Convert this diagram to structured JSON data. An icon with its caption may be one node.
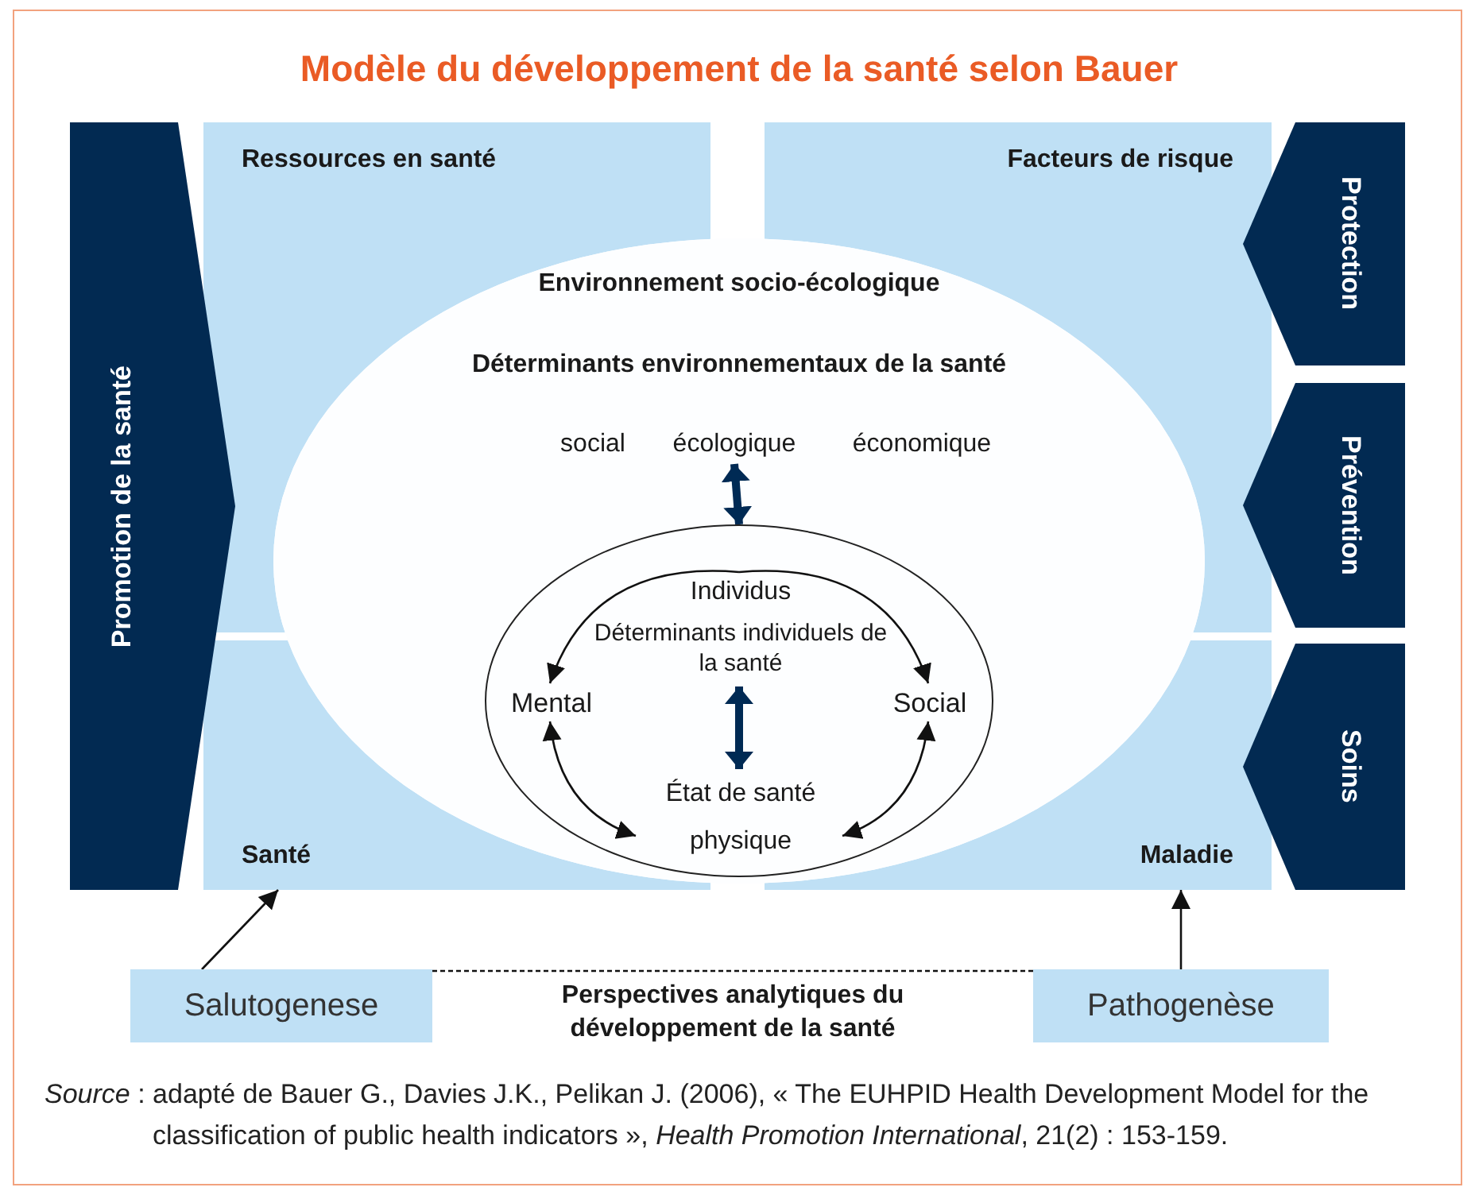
{
  "diagram": {
    "title": "Modèle du développement de la santé selon Bauer",
    "caption": "*Source* : adapté de Bauer G., Davies J.K., Pelikan J. (2006), « The EUHPID Health Development Model for the classification of public health indicators », *Health Promotion International*, 21(2) : 153-159.",
    "nodes": [
      {
        "text": [
          "Promotion de la santé"
        ]
      },
      {
        "text": [
          "Ressources en santé"
        ]
      },
      {
        "text": [
          "Facteurs de risque"
        ]
      },
      {
        "text": [
          "Santé"
        ]
      },
      {
        "text": [
          "Maladie"
        ]
      },
      {
        "text": [
          "Protection"
        ]
      },
      {
        "text": [
          "Prévention"
        ]
      },
      {
        "text": [
          "Soins"
        ]
      },
      {
        "text": [
          "Environnement socio-écologique",
          "Déterminants environnementaux de la santé"
        ]
      },
      {
        "text": [
          "social"
        ],
        "in": 8
      },
      {
        "text": [
          "écologique"
        ],
        "in": 8
      },
      {
        "text": [
          "économique"
        ],
        "in": 8
      },
      {
        "text": [],
        "shape": "ellipse",
        "in": 8
      },
      {
        "text": [
          "Individus",
          "Déterminants individuels de la santé"
        ],
        "in": 12
      },
      {
        "text": [
          "Mental"
        ],
        "in": 12
      },
      {
        "text": [
          "Social"
        ],
        "in": 12
      },
      {
        "text": [
          "État de santé physique"
        ],
        "in": 12
      },
      {
        "text": [
          "Salutogenese"
        ]
      },
      {
        "text": [
          "Pathogenèse"
        ]
      }
    ],
    "edges": [
      {
        "from": 13,
        "to": 14,
        "arrow": "to"
      },
      {
        "from": 13,
        "to": 15,
        "arrow": "to"
      },
      {
        "from": 14,
        "to": 16,
        "arrow": "both"
      },
      {
        "from": 15,
        "to": 16,
        "arrow": "both"
      },
      {
        "from": 13,
        "to": 16,
        "arrow": "both",
        "style": "thick",
        "color": "#002a54"
      },
      {
        "from": 10,
        "to": 12,
        "arrow": "both",
        "style": "thick",
        "color": "#002a54"
      },
      {
        "from": 17,
        "to": 3,
        "arrow": "to"
      },
      {
        "from": 18,
        "to": 4,
        "arrow": "to"
      },
      {
        "from": 17,
        "to": 18,
        "arrow": "none",
        "style": "dashed",
        "label": "Perspectives analytiques du développement de la santé"
      }
    ]
  }
}
